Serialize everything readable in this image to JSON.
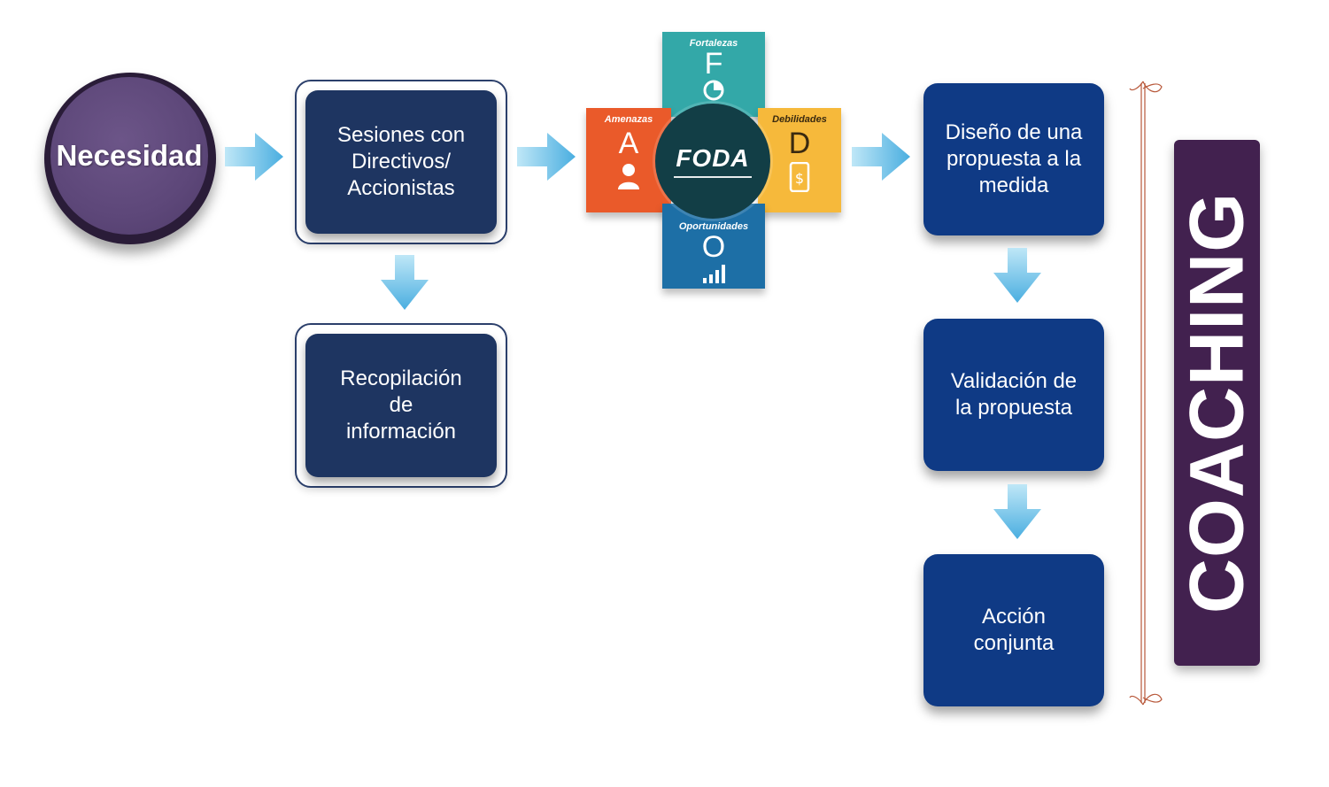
{
  "start": {
    "label": "Necesidad"
  },
  "steps": {
    "sesiones": "Sesiones con\nDirectivos/\nAccionistas",
    "recopilacion": "Recopilación\nde\ninformación",
    "diseno": "Diseño de una\npropuesta a la\nmedida",
    "validacion": "Validación de\nla propuesta",
    "accion": "Acción\nconjunta"
  },
  "foda": {
    "title": "FODA",
    "fortalezas": {
      "label": "Fortalezas",
      "letter": "F"
    },
    "oportunidades": {
      "label": "Oportunidades",
      "letter": "O"
    },
    "debilidades": {
      "label": "Debilidades",
      "letter": "D"
    },
    "amenazas": {
      "label": "Amenazas",
      "letter": "A"
    }
  },
  "coaching": {
    "label": "COACHING"
  },
  "colors": {
    "circle": "#5d4779",
    "dark_box": "#1e3561",
    "blue_box": "#0f3a85",
    "arrow": "#5bb8e4",
    "coaching": "#42214f",
    "fortalezas": "#33a8a8",
    "oportunidades": "#1d6fa6",
    "debilidades": "#f6b93b",
    "amenazas": "#ea5a2a"
  }
}
